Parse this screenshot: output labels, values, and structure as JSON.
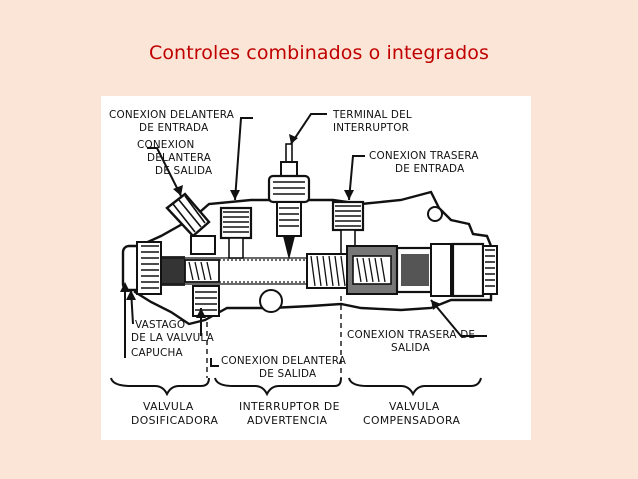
{
  "title": "Controles combinados o integrados",
  "labels": {
    "front_inlet": [
      "CONEXION DELANTERA",
      "DE ENTRADA"
    ],
    "front_outlet": [
      "CONEXION",
      "DELANTERA",
      "DE SALIDA"
    ],
    "switch_terminal": [
      "TERMINAL DEL",
      "INTERRUPTOR"
    ],
    "rear_inlet": [
      "CONEXION TRASERA",
      "DE ENTRADA"
    ],
    "valve_stem": [
      "VASTAGO",
      "DE LA VALVULA"
    ],
    "cap": "CAPUCHA",
    "front_outlet_bottom": [
      "CONEXION DELANTERA",
      "DE SALIDA"
    ],
    "rear_outlet": [
      "CONEXION TRASERA DE",
      "SALIDA"
    ]
  },
  "sections": {
    "metering": [
      "VALVULA",
      "DOSIFICADORA"
    ],
    "warning": [
      "INTERRUPTOR DE",
      "ADVERTENCIA"
    ],
    "proportioning": [
      "VALVULA",
      "COMPENSADORA"
    ]
  }
}
